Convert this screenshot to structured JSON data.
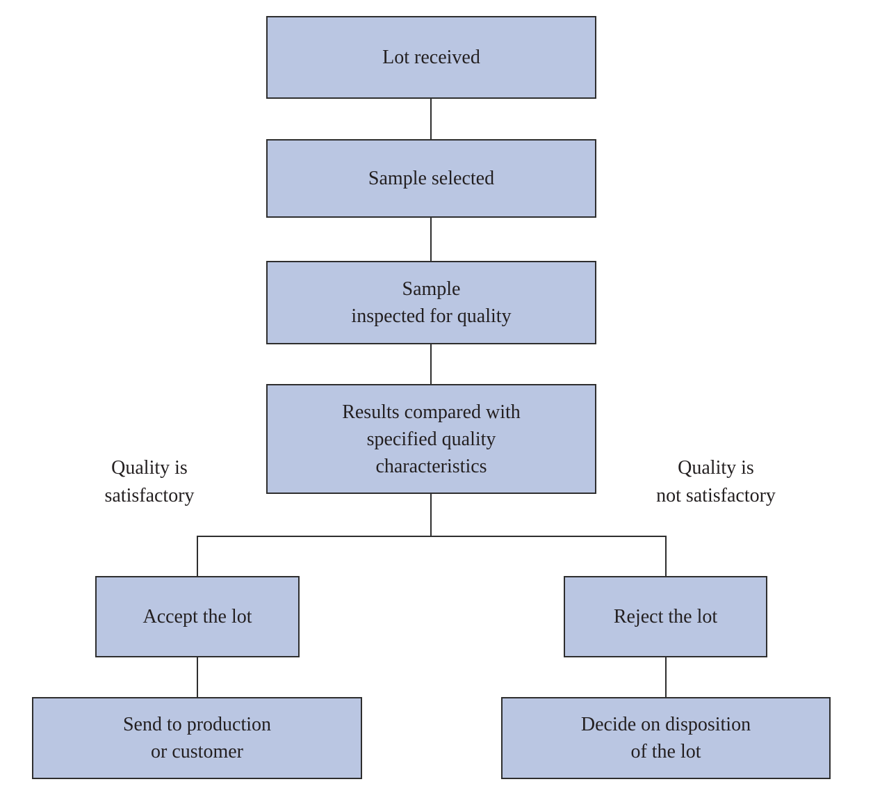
{
  "colors": {
    "background": "#ffffff",
    "box_fill": "#bac6e2",
    "box_border": "#2e2e2e",
    "connector": "#2e2e2e",
    "text": "#231f20"
  },
  "nodes": {
    "lot_received": {
      "lines": [
        "Lot received"
      ]
    },
    "sample_selected": {
      "lines": [
        "Sample selected"
      ]
    },
    "sample_inspected": {
      "lines": [
        "Sample",
        "inspected for quality"
      ]
    },
    "results_compared": {
      "lines": [
        "Results compared with",
        "specified quality",
        "characteristics"
      ]
    },
    "accept_lot": {
      "lines": [
        "Accept the lot"
      ]
    },
    "reject_lot": {
      "lines": [
        "Reject the lot"
      ]
    },
    "send_production": {
      "lines": [
        "Send to production",
        "or customer"
      ]
    },
    "decide_disposition": {
      "lines": [
        "Decide on disposition",
        "of the lot"
      ]
    }
  },
  "branch_labels": {
    "satisfactory": {
      "lines": [
        "Quality is",
        "satisfactory"
      ]
    },
    "not_satisfactory": {
      "lines": [
        "Quality is",
        "not satisfactory"
      ]
    }
  }
}
